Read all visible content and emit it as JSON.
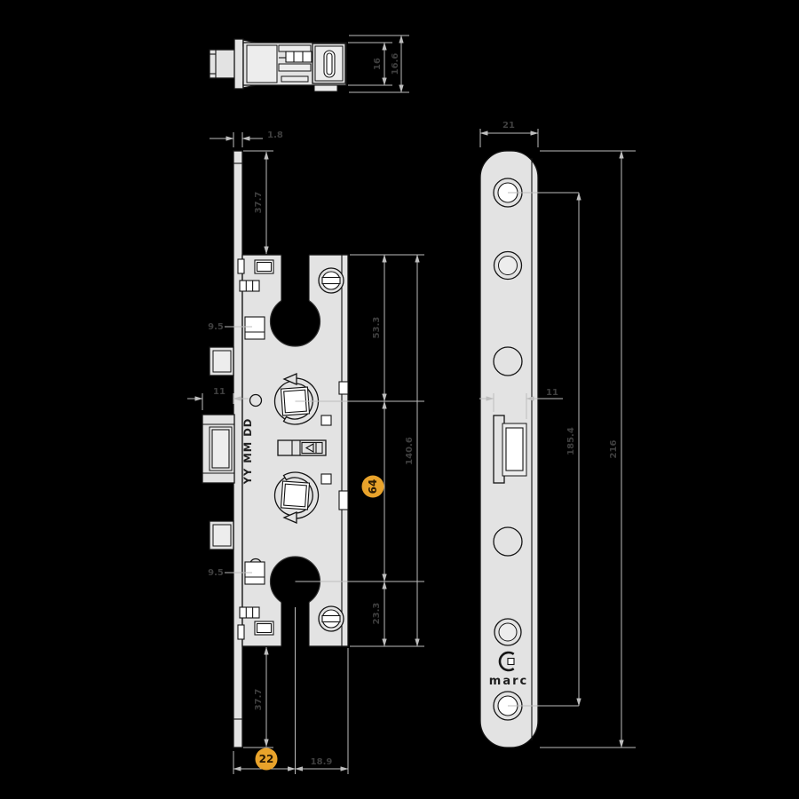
{
  "colors": {
    "background": "#000000",
    "metal_fill": "#e3e3e3",
    "outline": "#141414",
    "dim_line": "#bdbdbd",
    "dim_text": "#3f3f3f",
    "accent": "#e9a32b",
    "accent_text": "#2a1a02"
  },
  "branding": {
    "logo_text": "marc",
    "date_stamp": "YY MM DD"
  },
  "badges": {
    "centers": "64",
    "backset": "22"
  },
  "top_view": {
    "dims": {
      "body_depth": "16",
      "total_depth": "16.6"
    }
  },
  "front_view": {
    "dims": {
      "faceplate_thickness": "1.8",
      "plate_extension_top": "37.7",
      "aux_bolt_top": "9.5",
      "latch_projection": "11",
      "top_to_spindle": "53.3",
      "spindle_to_bottom": "23.3",
      "body_height": "140.6",
      "aux_bolt_bottom": "9.5",
      "plate_extension_bottom": "37.7",
      "center_to_back": "18.9"
    }
  },
  "face_view": {
    "dims": {
      "plate_width": "21",
      "latch_width": "11",
      "screw_hole_centers": "185.4",
      "plate_length": "216"
    }
  }
}
